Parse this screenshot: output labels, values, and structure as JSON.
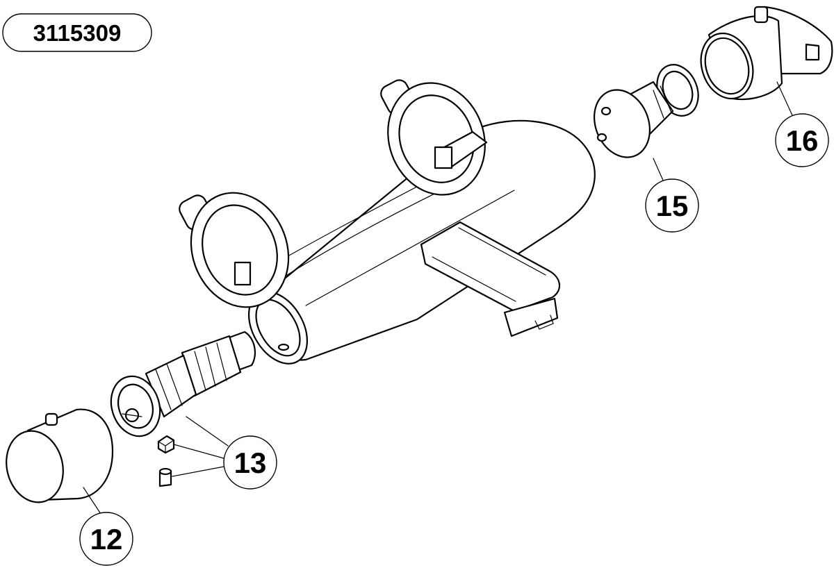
{
  "reference_number": "3115309",
  "parts": [
    {
      "id": "part-12",
      "label": "12"
    },
    {
      "id": "part-13",
      "label": "13"
    },
    {
      "id": "part-15",
      "label": "15"
    },
    {
      "id": "part-16",
      "label": "16"
    }
  ]
}
